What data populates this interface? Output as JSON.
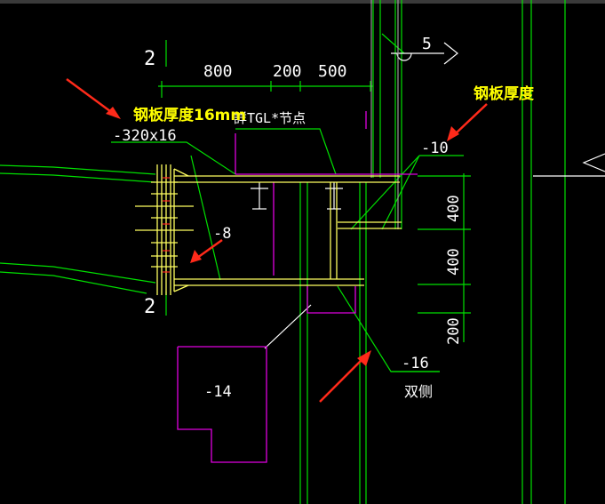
{
  "drawing": {
    "section_mark_top": "2",
    "section_mark_bottom": "2",
    "detail_mark": "5",
    "dim_horizontal": [
      "800",
      "200",
      "500"
    ],
    "dim_vertical": [
      "400",
      "400",
      "200"
    ],
    "label_node": "詳TGL*节点",
    "label_plate_top": "-320x16",
    "label_plate_mid": "-8",
    "label_plate_right": "-10",
    "label_plate_lower": "-14",
    "label_plate_bottom": "-16",
    "label_both_sides": "双侧"
  },
  "annotations": {
    "note_left": "钢板厚度16mm",
    "note_right": "钢板厚度"
  },
  "colors": {
    "background": "#000000",
    "green": "#00e000",
    "white": "#ffffff",
    "yellow": "#ffff60",
    "magenta": "#e000e0",
    "annotation_text": "#ffff00",
    "arrow": "#ff2a1a",
    "gray": "#9a9a9a"
  }
}
